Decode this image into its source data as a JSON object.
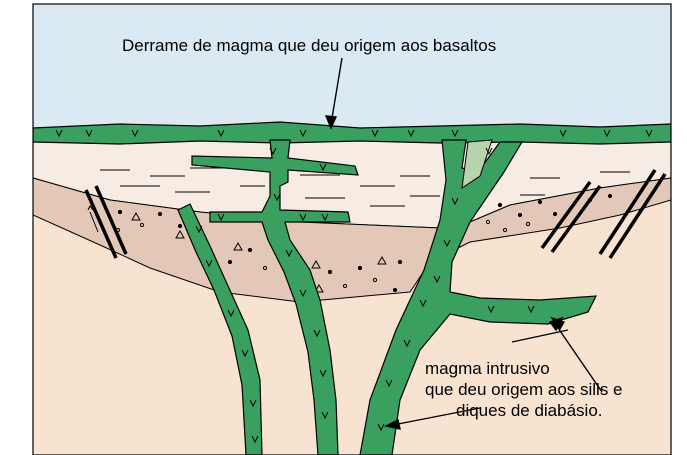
{
  "labels": {
    "basalt_flow": "Derrame de magma que deu origem aos basaltos",
    "intrusive": {
      "line1": "magma intrusivo",
      "line2": "que deu origem aos sills e",
      "line3": "diques de diabásio."
    }
  },
  "colors": {
    "sky": "#dbe9f2",
    "upper_sediment": "#f6ece3",
    "sandstone_layer": "#e3c8b8",
    "lower_ground": "#f8e2d0",
    "magma": "#3aa060",
    "xenolith": "#b8d3ae",
    "outline": "#000000"
  }
}
